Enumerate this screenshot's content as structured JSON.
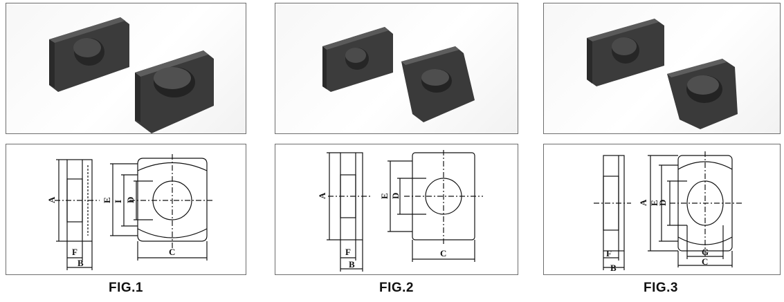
{
  "figures": [
    {
      "caption": "FIG.1",
      "labels": {
        "A": "A",
        "B": "B",
        "C": "C",
        "D": "D",
        "E": "E",
        "F": "F",
        "I": "I"
      }
    },
    {
      "caption": "FIG.2",
      "labels": {
        "A": "A",
        "B": "B",
        "C": "C",
        "D": "D",
        "E": "E",
        "F": "F"
      }
    },
    {
      "caption": "FIG.3",
      "labels": {
        "A": "A",
        "B": "B",
        "C": "C",
        "D": "D",
        "E": "E",
        "F": "F",
        "G": "G"
      }
    }
  ]
}
